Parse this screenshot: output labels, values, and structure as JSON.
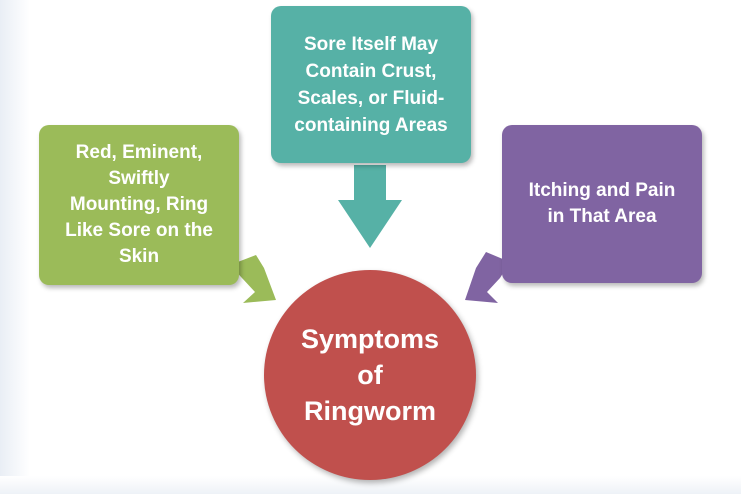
{
  "diagram": {
    "center": {
      "lines": [
        "Symptoms",
        "of",
        "Ringworm"
      ],
      "color": "#c0504d"
    },
    "nodes": [
      {
        "id": "left",
        "lines": [
          "Red, Eminent,",
          "Swiftly",
          "Mounting, Ring",
          "Like Sore on the",
          "Skin"
        ],
        "color": "#9bbb59"
      },
      {
        "id": "top",
        "lines": [
          "Sore Itself May",
          "Contain Crust,",
          "Scales, or Fluid-",
          "containing Areas"
        ],
        "color": "#56b1a6"
      },
      {
        "id": "right",
        "lines": [
          "Itching and Pain",
          "in That Area"
        ],
        "color": "#8064a2"
      }
    ],
    "arrows": [
      {
        "from": "left",
        "to": "center",
        "color": "#9bbb59"
      },
      {
        "from": "top",
        "to": "center",
        "color": "#56b1a6"
      },
      {
        "from": "right",
        "to": "center",
        "color": "#8064a2"
      }
    ]
  }
}
